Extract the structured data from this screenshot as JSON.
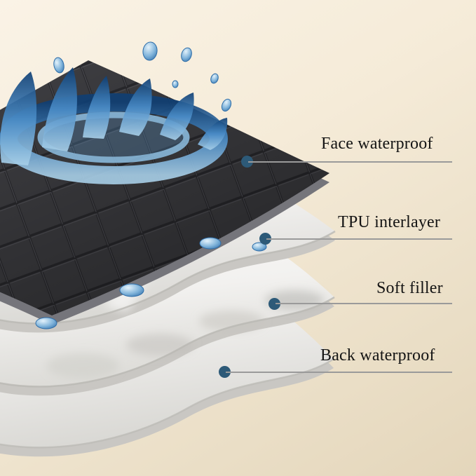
{
  "diagram": {
    "title_hint": "fabric layer structure diagram",
    "labels": [
      {
        "text": "Face waterproof"
      },
      {
        "text": "TPU interlayer"
      },
      {
        "text": "Soft filler"
      },
      {
        "text": "Back waterproof"
      }
    ],
    "layers": [
      {
        "name": "face-waterproof-layer",
        "appearance": "dark quilted fabric with water splash"
      },
      {
        "name": "tpu-interlayer-layer",
        "appearance": "white translucent film with water droplets"
      },
      {
        "name": "soft-filler-layer",
        "appearance": "soft white padded filler"
      },
      {
        "name": "back-waterproof-layer",
        "appearance": "white backing sheet"
      }
    ],
    "colors": {
      "background_top": "#faf3e6",
      "background_bottom": "#e4d6bb",
      "face_layer": "#3f3f43",
      "quilt_stitch": "#2a2a2e",
      "sheet_white": "#ffffff",
      "sheet_shadow": "#c9c7c3",
      "water_dark": "#0f3f74",
      "water_mid": "#4a8cc7",
      "water_light": "#a8cfe8",
      "dot": "#2d5a78",
      "leader_line": "#9a9a9a",
      "label_text": "#141414"
    }
  }
}
